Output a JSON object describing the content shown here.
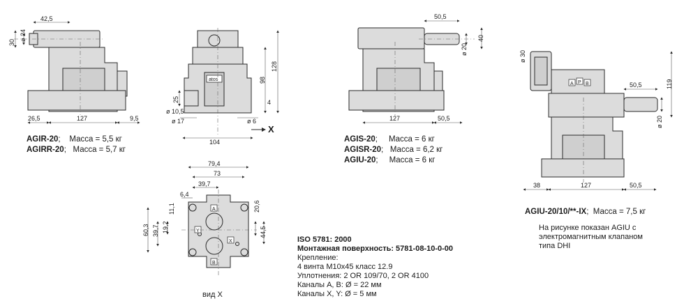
{
  "views": {
    "agir": {
      "dims": {
        "w1": "42,5",
        "h1": "30",
        "d1": "ø 24",
        "left": "26,5",
        "base": "127",
        "right": "9,5"
      },
      "models": [
        {
          "name": "AGIR-20",
          "sep": ";",
          "mass": "Масса  =  5,5 кг"
        },
        {
          "name": "AGIRR-20",
          "sep": ";",
          "mass": "Масса  =  5,7 кг"
        }
      ]
    },
    "side": {
      "dims": {
        "h_total": "128",
        "h_mid": "98",
        "h_small": "25",
        "d105": "ø 10,5",
        "d17": "ø 17",
        "d6": "ø 6",
        "d4": "4",
        "width": "104"
      },
      "plate_text": "atos",
      "view_mark": "X"
    },
    "agis": {
      "dims": {
        "top": "50,5",
        "h": "40",
        "d": "ø 20",
        "base": "127",
        "right": "50,5"
      },
      "models": [
        {
          "name": "AGIS-20",
          "sep": ";",
          "mass": "Масса  =  6 кг"
        },
        {
          "name": "AGISR-20",
          "sep": ";",
          "mass": "Масса  =  6,2 кг"
        },
        {
          "name": "AGIU-20",
          "sep": ";",
          "mass": "Масса  =  6 кг"
        }
      ]
    },
    "agiu_ix": {
      "dims": {
        "d30": "ø 30",
        "top": "50,5",
        "h": "119",
        "d": "ø 20",
        "left": "38",
        "base": "127",
        "right": "50,5"
      },
      "ports": [
        "A",
        "P",
        "B"
      ],
      "model": {
        "name": "AGIU-20/10/**-IX",
        "sep": ";",
        "mass": "Масса  =  7,5 кг"
      },
      "note": [
        "На рисунке показан AGIU с",
        "электромагнитным клапаном",
        "типа DHI"
      ]
    },
    "view_x": {
      "dims": {
        "w1": "79,4",
        "w2": "73",
        "w3": "39,7",
        "w4": "6,4",
        "h1": "11,1",
        "h2": "60,3",
        "h3": "39,7",
        "h4": "19,2",
        "h5": "20,6",
        "h6": "44,5"
      },
      "ports": [
        "A",
        "Y",
        "X",
        "B"
      ],
      "caption": "вид X"
    }
  },
  "spec": {
    "iso": "ISO 5781: 2000",
    "surface": "Монтажная поверхность: 5781-08-10-0-00",
    "lines": [
      "Крепление:",
      "4 винта M10x45 класс 12.9",
      "Уплотнения: 2 OR 109/70,  2 OR 4100",
      "Каналы A, B: Ø = 22 мм",
      "Каналы X, Y: Ø = 5 мм"
    ]
  }
}
